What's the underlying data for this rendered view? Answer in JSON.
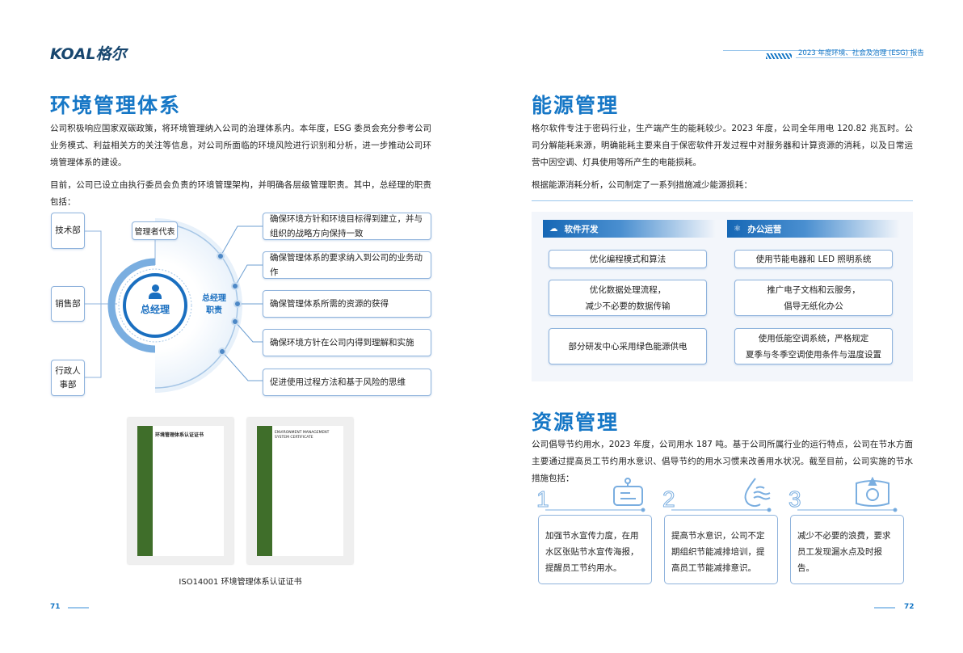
{
  "header": {
    "logo": "KOAL格尔",
    "report_title": "2023 年度环境、社会及治理 (ESG) 报告"
  },
  "env": {
    "title": "环境管理体系",
    "para1": "公司积极响应国家双碳政策，将环境管理纳入公司的治理体系内。本年度，ESG 委员会充分参考公司业务模式、利益相关方的关注等信息，对公司所面临的环境风险进行识别和分析，进一步推动公司环境管理体系的建设。",
    "para2": "目前，公司已设立由执行委员会负责的环境管理架构，并明确各层级管理职责。其中，总经理的职责包括：",
    "departments": [
      "技术部",
      "销售部",
      "行政人事部"
    ],
    "rep": "管理者代表",
    "center": "总经理",
    "duty_label_1": "总经理",
    "duty_label_2": "职责",
    "duties": [
      "确保环境方针和环境目标得到建立，并与组织的战略方向保持一致",
      "确保管理体系的要求纳入到公司的业务动作",
      "确保管理体系所需的资源的获得",
      "确保环境方针在公司内得到理解和实施",
      "促进使用过程方法和基于风险的思维"
    ],
    "cert_cn_title": "环境管理体系认证证书",
    "cert_en_title": "ENVIRONMENT MANAGEMENT SYSTEM CERTIFICATE",
    "caption": "ISO14001 环境管理体系认证证书"
  },
  "energy": {
    "title": "能源管理",
    "para1": "格尔软件专注于密码行业，生产端产生的能耗较少。2023 年度，公司全年用电 120.82 兆瓦时。公司分解能耗来源，明确能耗主要来自于保密软件开发过程中对服务器和计算资源的消耗，以及日常运营中因空调、灯具使用等所产生的电能损耗。",
    "para2": "根据能源消耗分析，公司制定了一系列措施减少能源损耗：",
    "groups": [
      {
        "label": "软件开发",
        "icon": "cloud-icon",
        "items": [
          "优化编程模式和算法",
          "优化数据处理流程，\n减少不必要的数据传输",
          "部分研发中心采用绿色能源供电"
        ]
      },
      {
        "label": "办公运营",
        "icon": "atom-icon",
        "items": [
          "使用节能电器和 LED 照明系统",
          "推广电子文档和云服务，\n倡导无纸化办公",
          "使用低能空调系统，严格规定\n夏季与冬季空调使用条件与温度设置"
        ]
      }
    ]
  },
  "resource": {
    "title": "资源管理",
    "para1": "公司倡导节约用水，2023 年度，公司用水 187 吨。基于公司所属行业的运行特点，公司在节水方面主要通过提高员工节约用水意识、倡导节约的用水习惯来改善用水状况。截至目前，公司实施的节水措施包括：",
    "steps": [
      {
        "num": "1",
        "icon": "sign-board-icon",
        "text": "加强节水宣传力度，在用水区张贴节水宣传海报，提醒员工节约用水。"
      },
      {
        "num": "2",
        "icon": "water-drop-icon",
        "text": "提高节水意识，公司不定期组织节能减排培训，提高员工节能减排意识。"
      },
      {
        "num": "3",
        "icon": "water-tank-icon",
        "text": "减少不必要的浪费，要求员工发现漏水点及时报告。"
      }
    ]
  },
  "footer": {
    "left_page": "71",
    "right_page": "72"
  },
  "colors": {
    "accent": "#1677c6",
    "border": "#8fb3dc"
  }
}
